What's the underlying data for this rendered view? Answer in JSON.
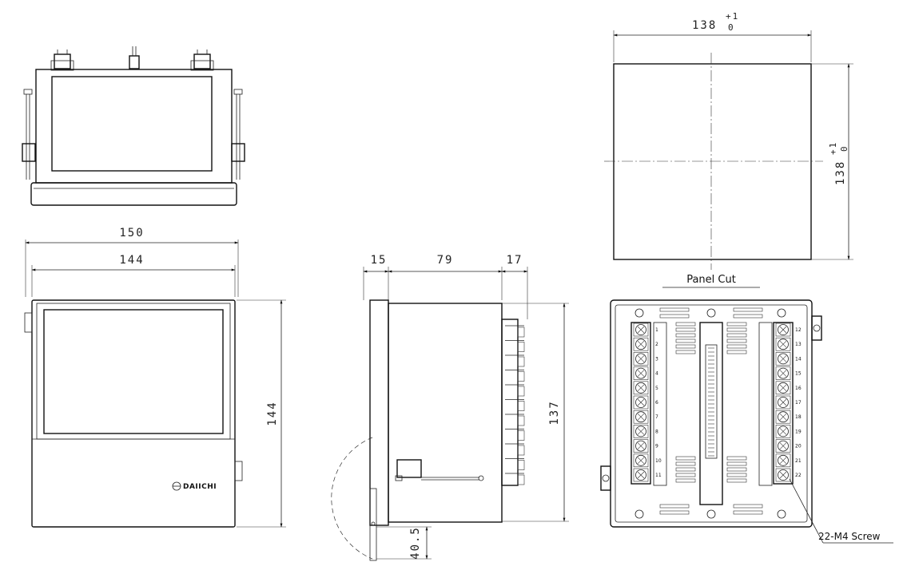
{
  "dimensions": {
    "front_width_overall": "150",
    "front_width_body": "144",
    "front_height": "144",
    "side_bezel": "15",
    "side_depth": "79",
    "side_terminal": "17",
    "side_height": "137",
    "door_swing": "40.5",
    "cut_width": "138",
    "cut_width_tol_upper": "+1",
    "cut_width_tol_lower": "0",
    "cut_height": "138",
    "cut_height_tol_upper": "+1",
    "cut_height_tol_lower": "0"
  },
  "labels": {
    "panel_cut": "Panel Cut",
    "screw_note": "22-M4 Screw",
    "brand": "DAIICHI"
  },
  "terminals": {
    "left": [
      "1",
      "2",
      "3",
      "4",
      "5",
      "6",
      "7",
      "8",
      "9",
      "10",
      "11"
    ],
    "right": [
      "12",
      "13",
      "14",
      "15",
      "16",
      "17",
      "18",
      "19",
      "20",
      "21",
      "22"
    ]
  },
  "icons": {
    "logo": "brand-logo-icon"
  }
}
